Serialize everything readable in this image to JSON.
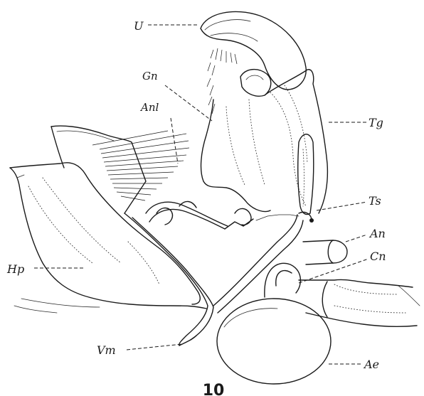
{
  "figure": {
    "labels": {
      "U": "U",
      "Gn": "Gn",
      "Anl": "Anl",
      "Tg": "Tg",
      "Ts": "Ts",
      "An": "An",
      "Cn": "Cn",
      "Hp": "Hp",
      "Vm": "Vm",
      "Ae": "Ae"
    },
    "number": "10",
    "ink_color": "#1a1a1a",
    "paper_color": "#ffffff"
  }
}
